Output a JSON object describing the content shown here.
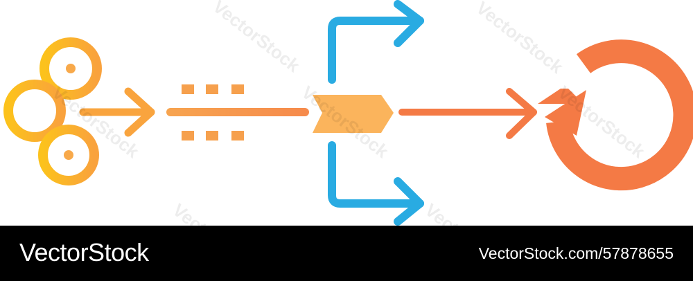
{
  "colors": {
    "yellow_orange": "#f9b233",
    "light_orange": "#fbb45c",
    "dash_orange": "#f6a04d",
    "blue": "#29abe2",
    "red_orange": "#f47a45",
    "footer_bg": "#000000",
    "footer_text": "#ffffff"
  },
  "icons": [
    "gear-icon",
    "arrow-right-icon",
    "dotted-arrow-icon",
    "split-chevron-icon",
    "branch-up-arrow-icon",
    "branch-down-arrow-icon",
    "refresh-cycle-icon"
  ],
  "watermark": "VectorStock",
  "footer": {
    "brand": "VectorStock",
    "credit": "VectorStock.com/57878655"
  }
}
